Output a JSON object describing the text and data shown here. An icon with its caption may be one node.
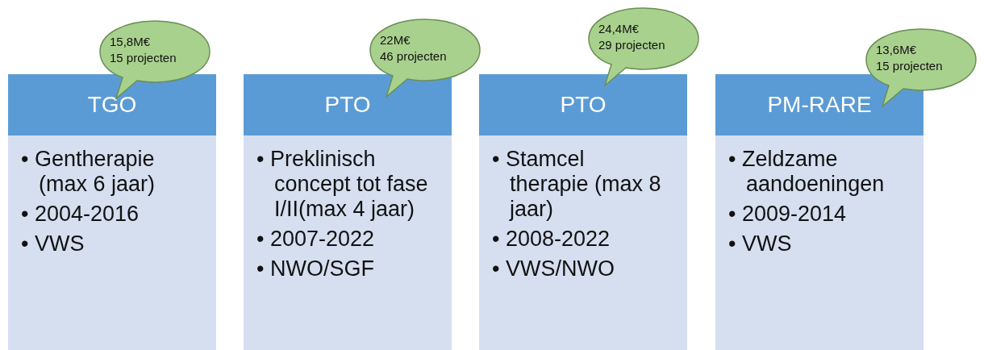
{
  "diagram": {
    "nodes": [
      {
        "text": [
          "TGO"
        ]
      },
      {
        "text": [
          "• Gentherapie (max 6 jaar)",
          "• 2004-2016",
          "• VWS"
        ]
      },
      {
        "text": [
          "15,8M€",
          "15 projecten"
        ]
      },
      {
        "text": [
          "PTO"
        ]
      },
      {
        "text": [
          "• Preklinisch concept tot fase I/II(max 4 jaar)",
          "• 2007-2022",
          "• NWO/SGF"
        ]
      },
      {
        "text": [
          "22M€",
          "46 projecten"
        ]
      },
      {
        "text": [
          "PTO"
        ]
      },
      {
        "text": [
          "• Stamcel therapie (max 8 jaar)",
          "• 2008-2022",
          "• VWS/NWO"
        ]
      },
      {
        "text": [
          "24,4M€",
          "29 projecten"
        ]
      },
      {
        "text": [
          "PM-RARE"
        ]
      },
      {
        "text": [
          "• Zeldzame aandoeningen",
          "• 2009-2014",
          "• VWS"
        ]
      },
      {
        "text": [
          "13,6M€",
          "15 projecten"
        ]
      }
    ]
  }
}
